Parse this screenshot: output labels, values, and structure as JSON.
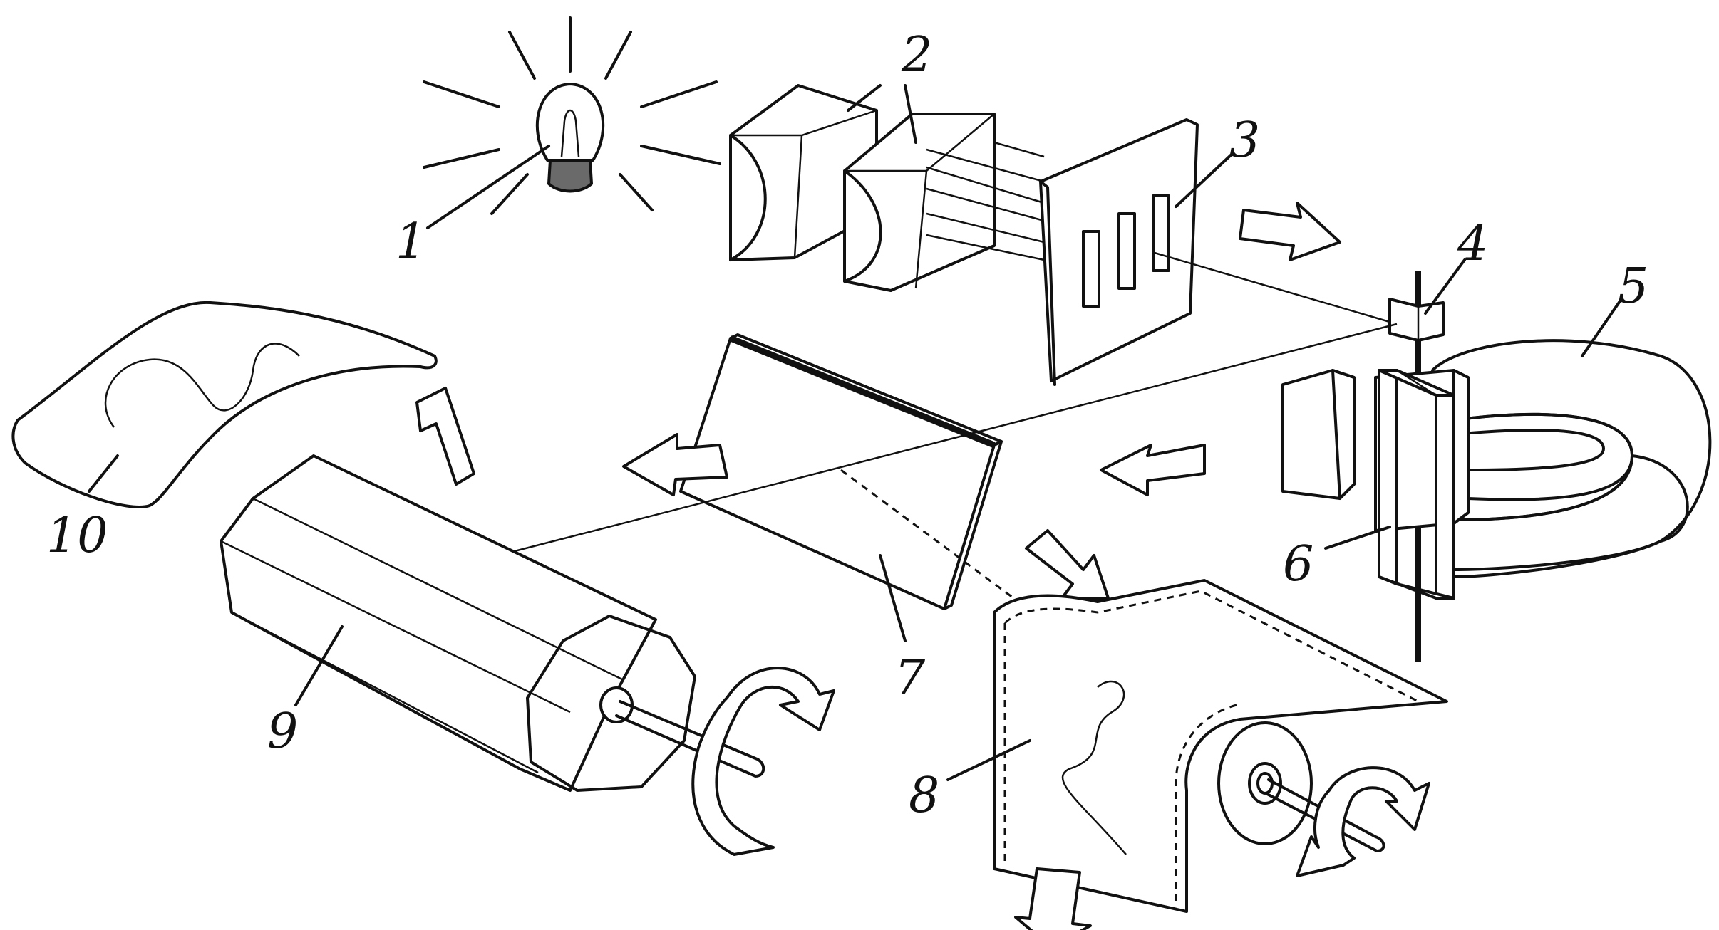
{
  "labels": {
    "l1": "1",
    "l2": "2",
    "l3": "3",
    "l4": "4",
    "l5": "5",
    "l6": "6",
    "l7": "7",
    "l8": "8",
    "l9": "9",
    "l10": "10"
  },
  "colors": {
    "ink": "#111111",
    "shade": "#bdbdbd",
    "dark_shade": "#6a6a6a",
    "background": "#ffffff"
  }
}
